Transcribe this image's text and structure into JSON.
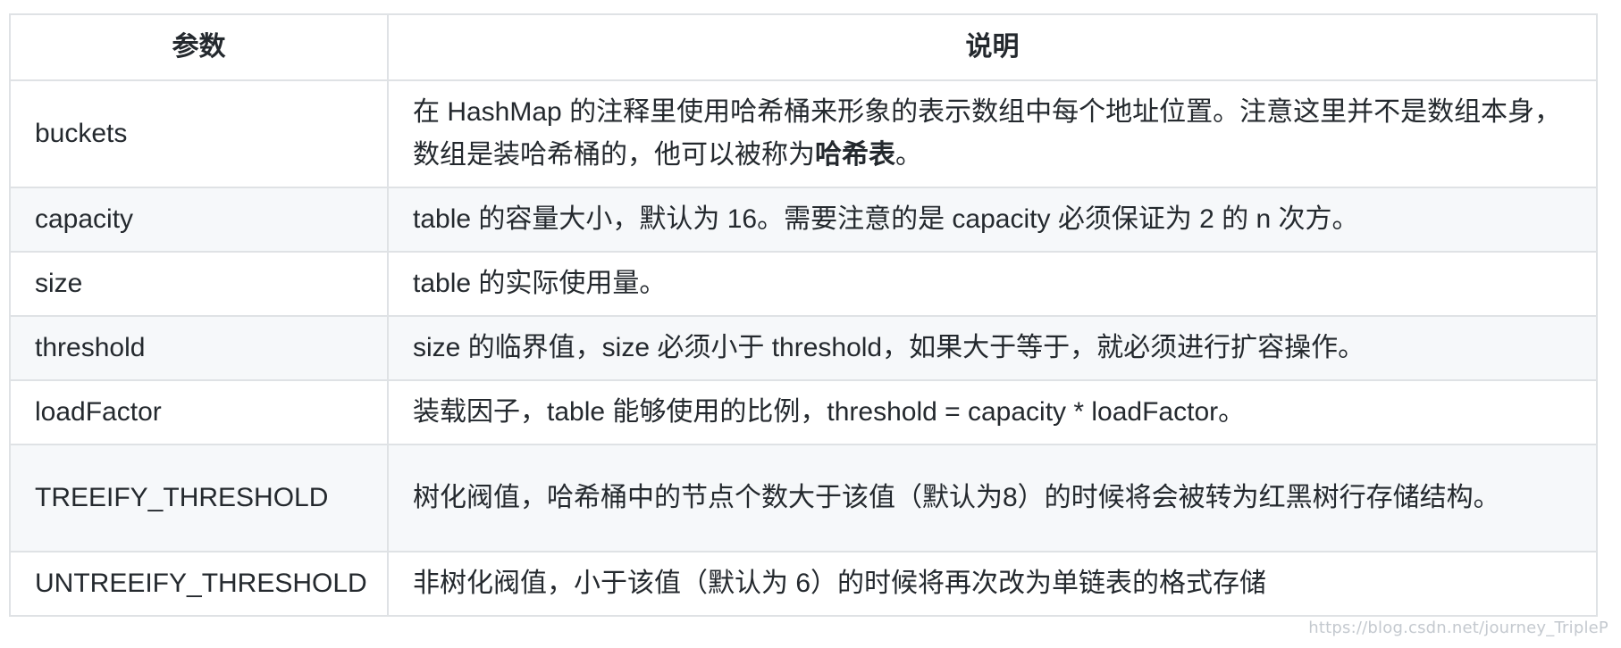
{
  "table": {
    "headers": [
      "参数",
      "说明"
    ],
    "rows": [
      {
        "param": "buckets",
        "desc_before": "在 HashMap 的注释里使用哈希桶来形象的表示数组中每个地址位置。注意这里并不是数组本身，数组是装哈希桶的，他可以被称为",
        "desc_bold": "哈希表",
        "desc_after": "。"
      },
      {
        "param": "capacity",
        "desc": "table 的容量大小，默认为 16。需要注意的是 capacity 必须保证为 2 的 n 次方。"
      },
      {
        "param": "size",
        "desc": "table 的实际使用量。"
      },
      {
        "param": "threshold",
        "desc": "size 的临界值，size 必须小于 threshold，如果大于等于，就必须进行扩容操作。"
      },
      {
        "param": "loadFactor",
        "desc": "装载因子，table 能够使用的比例，threshold = capacity * loadFactor。"
      },
      {
        "param": "TREEIFY_THRESHOLD",
        "desc": "树化阀值，哈希桶中的节点个数大于该值（默认为8）的时候将会被转为红黑树行存储结构。"
      },
      {
        "param": "UNTREEIFY_THRESHOLD",
        "desc": "非树化阀值，小于该值（默认为 6）的时候将再次改为单链表的格式存储"
      }
    ]
  },
  "watermark": "https://blog.csdn.net/journey_TripleP"
}
